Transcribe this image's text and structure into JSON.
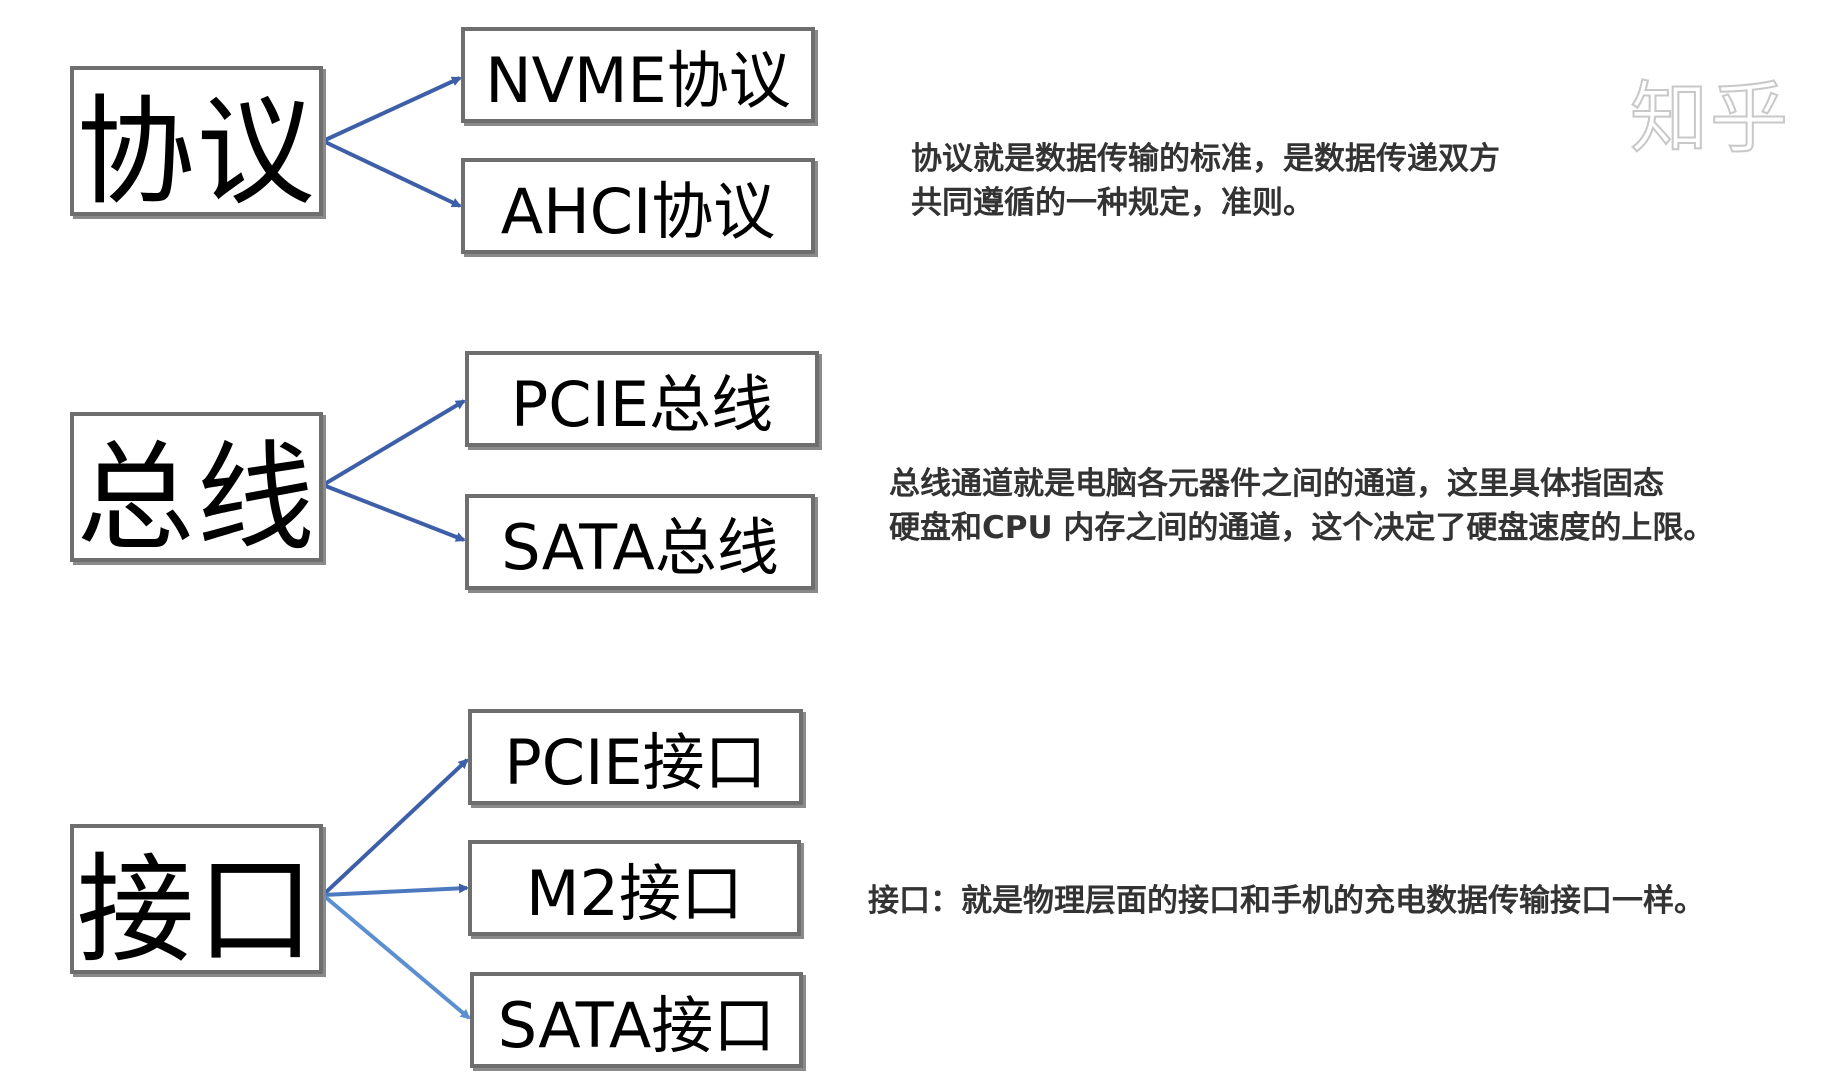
{
  "watermark": "知乎",
  "groups": [
    {
      "category": "协议",
      "items": [
        "NVME协议",
        "AHCI协议"
      ],
      "description": [
        "协议就是数据传输的标准，是数据传递双方",
        "共同遵循的一种规定，准则。"
      ]
    },
    {
      "category": "总线",
      "items": [
        "PCIE总线",
        "SATA总线"
      ],
      "description": [
        "总线通道就是电脑各元器件之间的通道，这里具体指固态",
        "硬盘和CPU 内存之间的通道，这个决定了硬盘速度的上限。"
      ]
    },
    {
      "category": "接口",
      "items": [
        "PCIE接口",
        "M2接口",
        "SATA接口"
      ],
      "description": [
        "接口：就是物理层面的接口和手机的充电数据传输接口一样。"
      ]
    }
  ],
  "colors": {
    "arrow_dark": "#3d5fa8",
    "arrow_light": "#5b8fd0",
    "box_border": "#6e6e6e"
  }
}
